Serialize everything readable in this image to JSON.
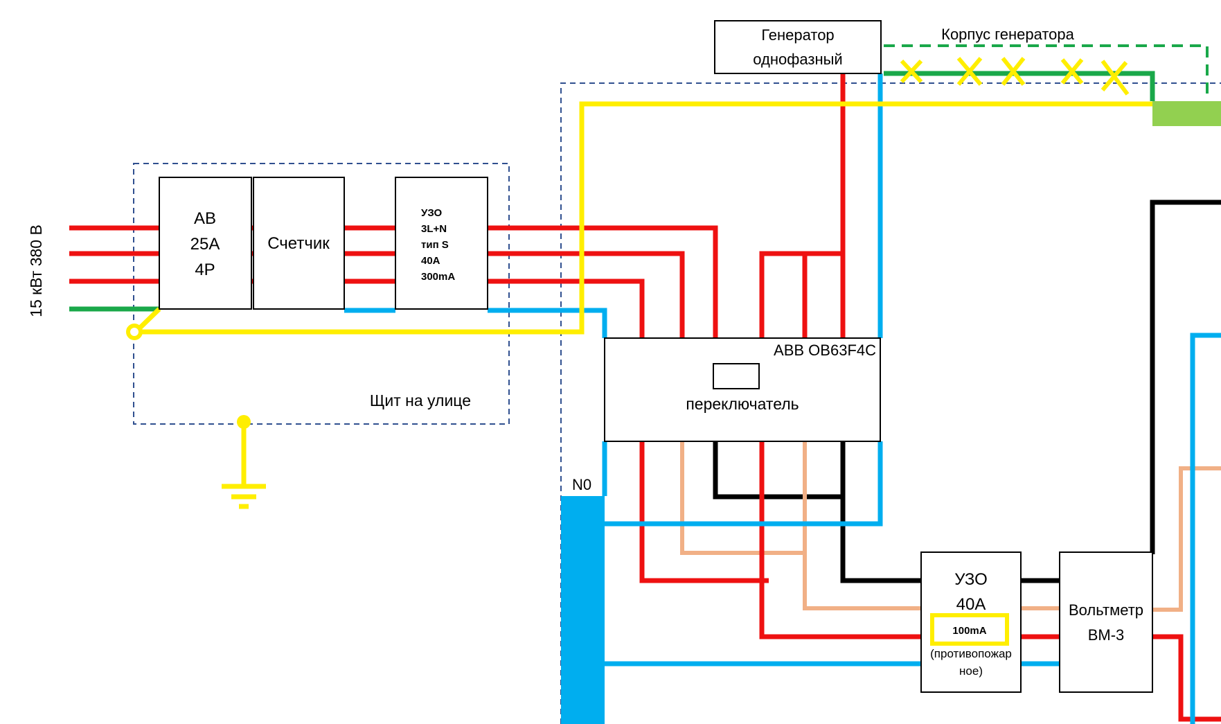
{
  "supply_label": "15 кВт 380 В",
  "outdoor_panel": {
    "label": "Щит на улице",
    "breaker": {
      "line1": "АВ",
      "line2": "25А",
      "line3": "4Р"
    },
    "meter": "Счетчик",
    "rcd": {
      "line1": "УЗО",
      "line2": "3L+N",
      "line3": "тип S",
      "line4": "40А",
      "line5": "300mA"
    }
  },
  "generator": {
    "line1": "Генератор",
    "line2": "однофазный",
    "housing_label": "Корпус генератора"
  },
  "switch": {
    "model": "ABB OB63F4C",
    "label": "переключатель"
  },
  "neutral_bus": "N0",
  "rcd_indoor": {
    "line1": "УЗО",
    "line2": "40А",
    "rating": "100mA",
    "note_line1": "(противопожар",
    "note_line2": "ное)"
  },
  "voltmeter": {
    "line1": "Вольтметр",
    "line2": "ВМ-3"
  },
  "colors": {
    "phase": "#ee1111",
    "neutral": "#00aeef",
    "pe": "#ffee00",
    "ground_green": "#1aa84a",
    "peach": "#f1b086",
    "bus_green": "#92d050",
    "frame_dash": "#2f4f8f"
  },
  "icons": {
    "ground": "ground-symbol-icon",
    "housing_bond": "cross-mark-icon"
  }
}
